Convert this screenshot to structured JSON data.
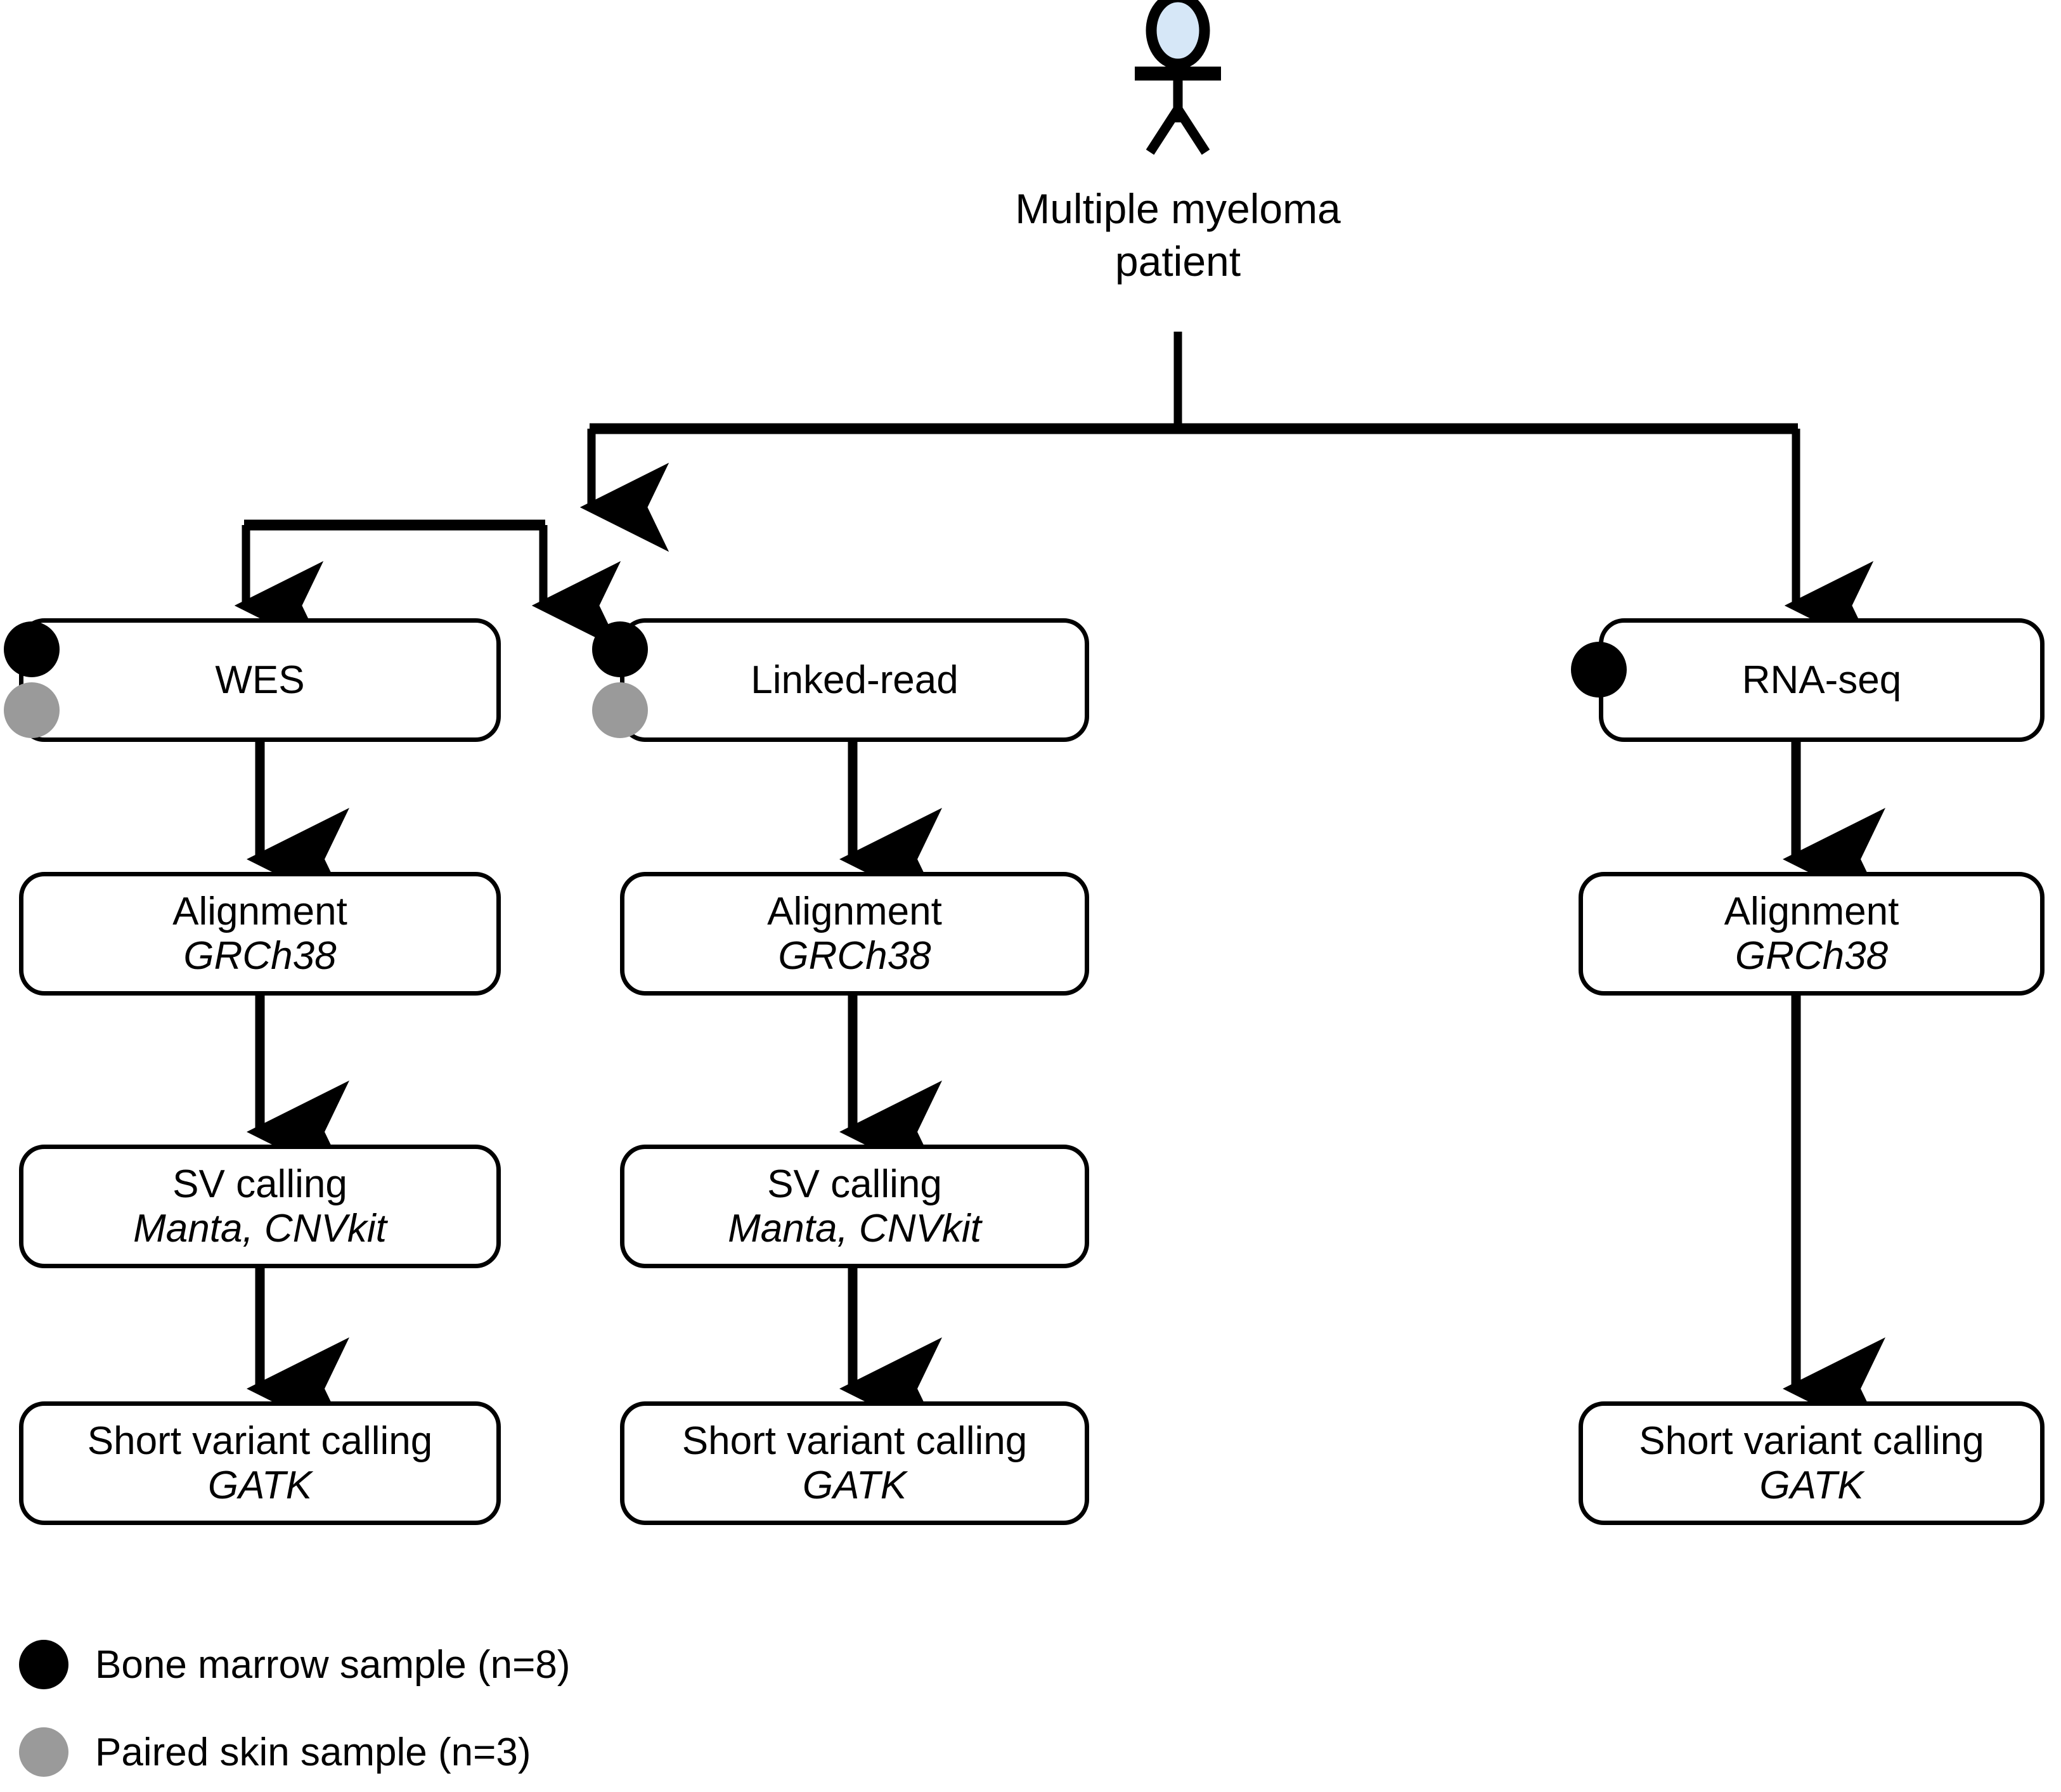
{
  "diagram": {
    "actor": {
      "caption": "Multiple myeloma\npatient",
      "head_fill": "#d6e7f7",
      "stroke": "#000000"
    },
    "colors": {
      "bone_marrow": "#000000",
      "paired_skin": "#9a9a9a",
      "line": "#000000",
      "box_fill": "#ffffff"
    },
    "branches": [
      {
        "id": "wes",
        "assay": {
          "title": "WES",
          "tool": ""
        },
        "samples": [
          "bone-marrow",
          "paired-skin"
        ],
        "steps": [
          {
            "title": "Alignment",
            "tool": "GRCh38"
          },
          {
            "title": "SV calling",
            "tool": "Manta, CNVkit"
          },
          {
            "title": "Short variant calling",
            "tool": "GATK"
          }
        ]
      },
      {
        "id": "linked-read",
        "assay": {
          "title": "Linked-read",
          "tool": ""
        },
        "samples": [
          "bone-marrow",
          "paired-skin"
        ],
        "steps": [
          {
            "title": "Alignment",
            "tool": "GRCh38"
          },
          {
            "title": "SV calling",
            "tool": "Manta, CNVkit"
          },
          {
            "title": "Short variant calling",
            "tool": "GATK"
          }
        ]
      },
      {
        "id": "rna-seq",
        "assay": {
          "title": "RNA-seq",
          "tool": ""
        },
        "samples": [
          "bone-marrow"
        ],
        "steps": [
          {
            "title": "Alignment",
            "tool": "GRCh38"
          },
          {
            "title": "Short variant calling",
            "tool": "GATK"
          }
        ]
      }
    ],
    "legend": {
      "items": [
        {
          "label": "Bone marrow sample (n=8)",
          "color": "#000000"
        },
        {
          "label": "Paired skin sample (n=3)",
          "color": "#9a9a9a"
        }
      ]
    }
  }
}
